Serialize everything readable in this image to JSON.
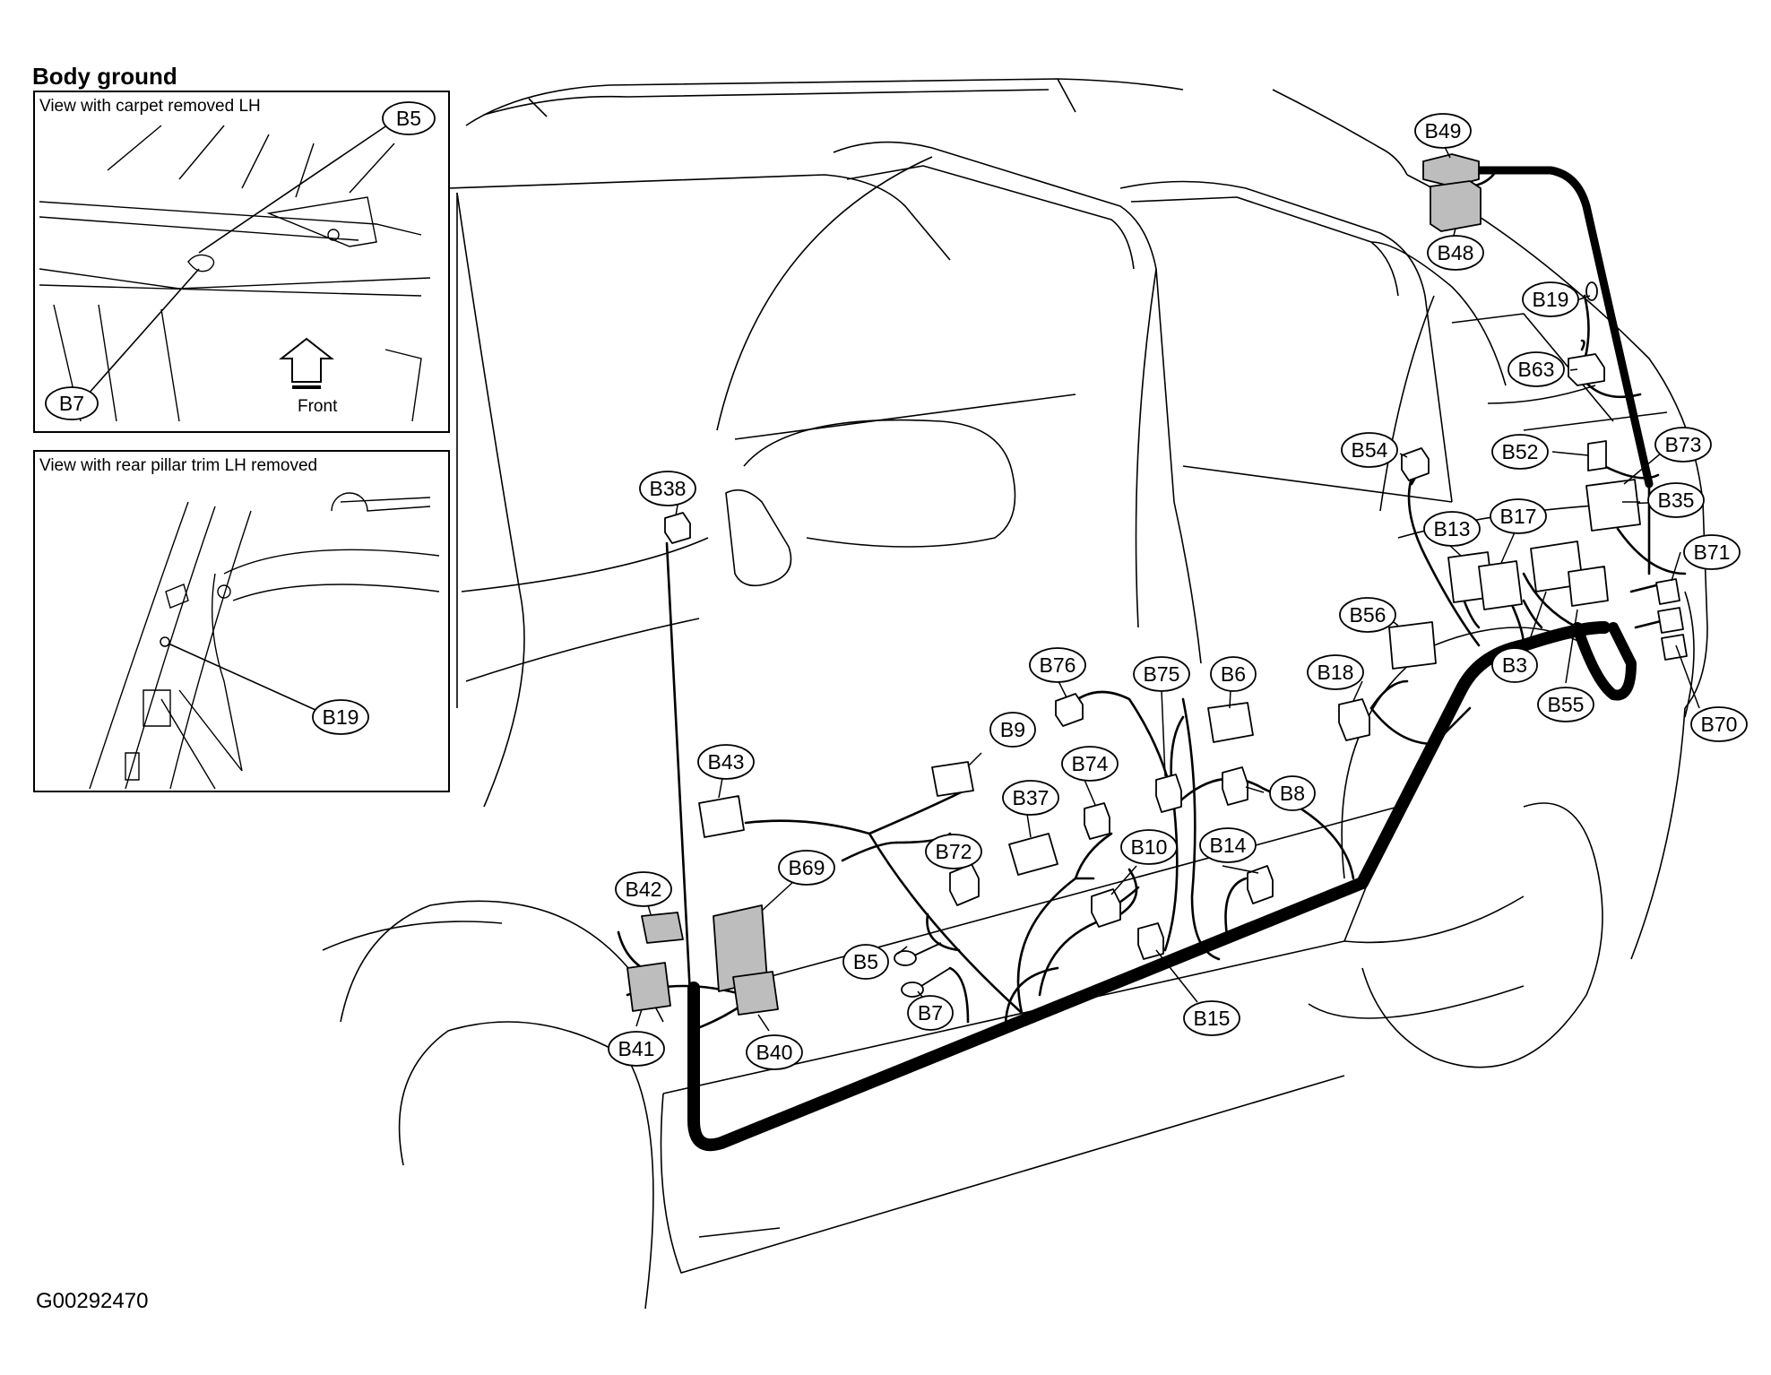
{
  "title": "Body ground",
  "figure_code": "G00292470",
  "insets": [
    {
      "id": "carpet",
      "title": "View with carpet removed LH",
      "front_label": "Front",
      "callouts": [
        "B5",
        "B7"
      ]
    },
    {
      "id": "pillar",
      "title": "View with rear pillar trim LH removed",
      "callouts": [
        "B19"
      ]
    }
  ],
  "callouts": [
    "B49",
    "B48",
    "B19",
    "B63",
    "B73",
    "B52",
    "B54",
    "B35",
    "B13",
    "B17",
    "B71",
    "B56",
    "B3",
    "B18",
    "B55",
    "B70",
    "B76",
    "B75",
    "B6",
    "B9",
    "B74",
    "B8",
    "B43",
    "B37",
    "B38",
    "B72",
    "B10",
    "B14",
    "B69",
    "B42",
    "B5",
    "B7",
    "B15",
    "B41",
    "B40"
  ]
}
